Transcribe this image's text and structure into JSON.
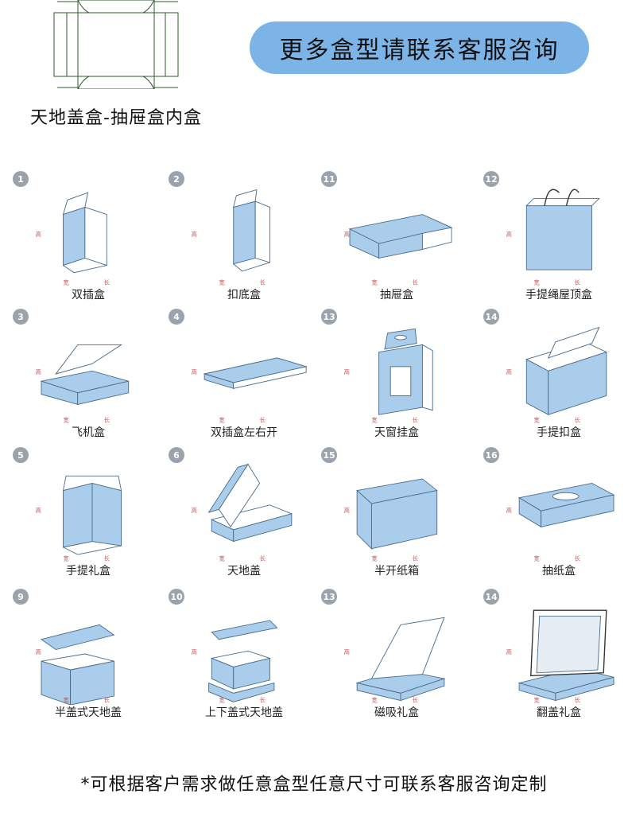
{
  "header": {
    "caption": "天地盖盒-抽屉盒内盒",
    "banner": "更多盒型请联系客服咨询"
  },
  "boxes": [
    {
      "num": "1",
      "label": "双插盒",
      "icon": "tuck-end-box-icon"
    },
    {
      "num": "2",
      "label": "扣底盒",
      "icon": "lock-bottom-box-icon"
    },
    {
      "num": "11",
      "label": "抽屉盒",
      "icon": "drawer-box-icon"
    },
    {
      "num": "12",
      "label": "手提绳屋顶盒",
      "icon": "rope-handle-bag-icon"
    },
    {
      "num": "3",
      "label": "飞机盒",
      "icon": "mailer-box-icon"
    },
    {
      "num": "4",
      "label": "双插盒左右开",
      "icon": "side-tuck-box-icon"
    },
    {
      "num": "13",
      "label": "天窗挂盒",
      "icon": "window-hang-box-icon"
    },
    {
      "num": "14",
      "label": "手提扣盒",
      "icon": "handle-lock-box-icon"
    },
    {
      "num": "5",
      "label": "手提礼盒",
      "icon": "handle-gift-box-icon"
    },
    {
      "num": "6",
      "label": "天地盖",
      "icon": "lid-base-tray-icon"
    },
    {
      "num": "15",
      "label": "半开纸箱",
      "icon": "half-open-carton-icon"
    },
    {
      "num": "16",
      "label": "抽纸盒",
      "icon": "tissue-box-icon"
    },
    {
      "num": "9",
      "label": "半盖式天地盖",
      "icon": "half-lid-box-icon"
    },
    {
      "num": "10",
      "label": "上下盖式天地盖",
      "icon": "top-bottom-lid-box-icon"
    },
    {
      "num": "13",
      "label": "磁吸礼盒",
      "icon": "magnetic-gift-box-icon"
    },
    {
      "num": "14",
      "label": "翻盖礼盒",
      "icon": "flip-lid-gift-box-icon"
    }
  ],
  "dimension_labels": {
    "width": "宽",
    "length": "长",
    "height": "高"
  },
  "footer": "*可根据客户需求做任意盒型任意尺寸可联系客服咨询定制",
  "colors": {
    "banner": "#7db4e8",
    "box_fill": "#a9cdea",
    "box_stroke": "#4a6d8c",
    "dim": "#c05a5a"
  }
}
